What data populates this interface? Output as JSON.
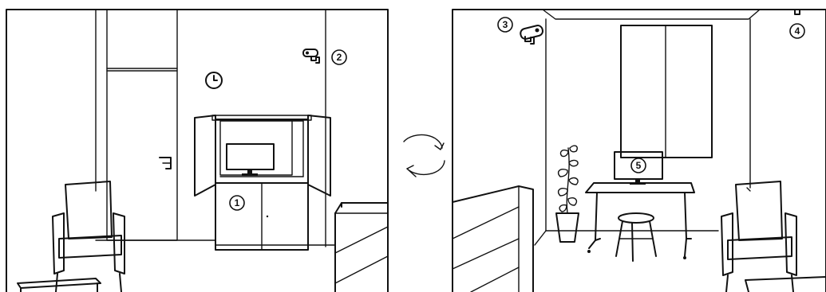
{
  "badges": [
    {
      "id": "1",
      "label": "1"
    },
    {
      "id": "2",
      "label": "2"
    },
    {
      "id": "3",
      "label": "3"
    },
    {
      "id": "4",
      "label": "4"
    },
    {
      "id": "5",
      "label": "5"
    }
  ],
  "icons": {
    "clock": "clock-icon",
    "camera": "security-camera-icon",
    "rotate": "rotate-arrows-icon"
  }
}
